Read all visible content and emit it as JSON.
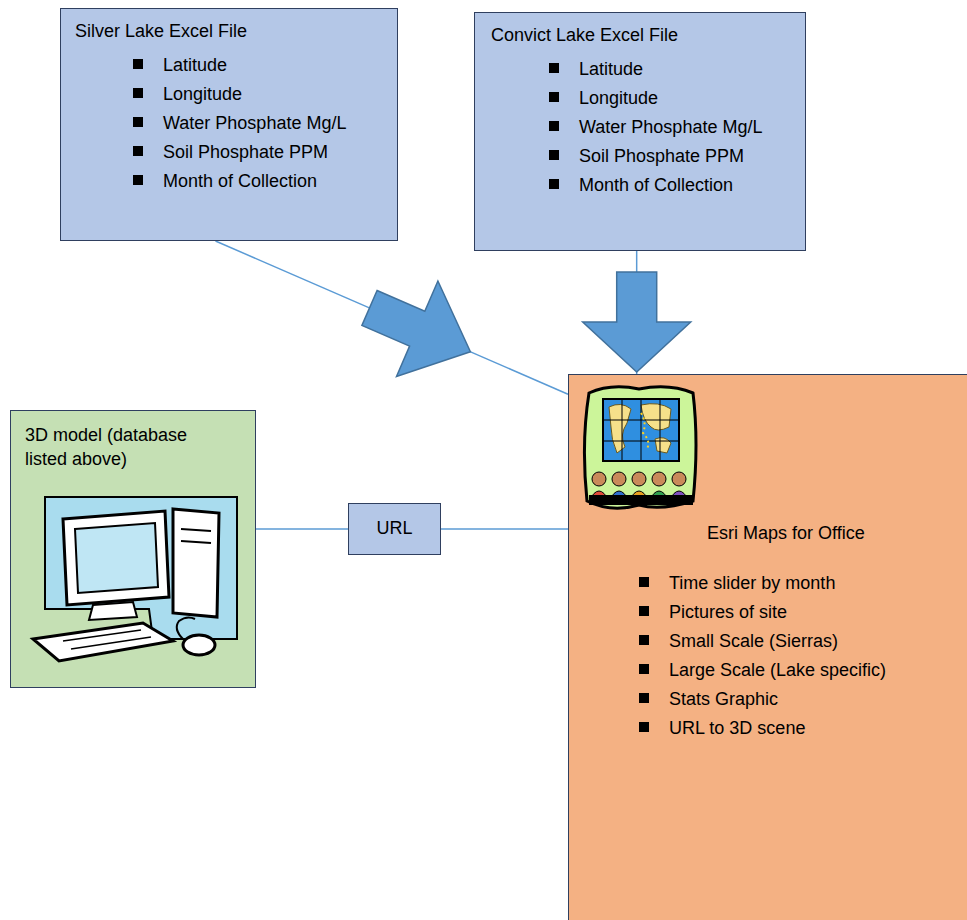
{
  "diagram": {
    "nodes": [
      {
        "text": [
          "Silver Lake Excel File",
          "Latitude",
          "Longitude",
          "Water Phosphate Mg/L",
          "Soil Phosphate PPM",
          "Month of Collection"
        ]
      },
      {
        "text": [
          "Convict Lake Excel File",
          "Latitude",
          "Longitude",
          "Water Phosphate Mg/L",
          "Soil Phosphate PPM",
          "Month of Collection"
        ]
      },
      {
        "text": [
          "3D model (database listed above)"
        ]
      },
      {
        "text": [
          "URL"
        ]
      },
      {
        "text": [
          "Esri Maps for Office",
          "Time slider by month",
          "Pictures of site",
          "Small Scale (Sierras)",
          "Large Scale (Lake specific)",
          "Stats Graphic",
          "URL to 3D scene"
        ]
      }
    ],
    "edges": [
      {
        "from": 0,
        "to": 4,
        "arrow": "to"
      },
      {
        "from": 1,
        "to": 4,
        "arrow": "to"
      },
      {
        "from": 2,
        "to": 3,
        "arrow": "none"
      },
      {
        "from": 3,
        "to": 4,
        "arrow": "none"
      }
    ]
  }
}
